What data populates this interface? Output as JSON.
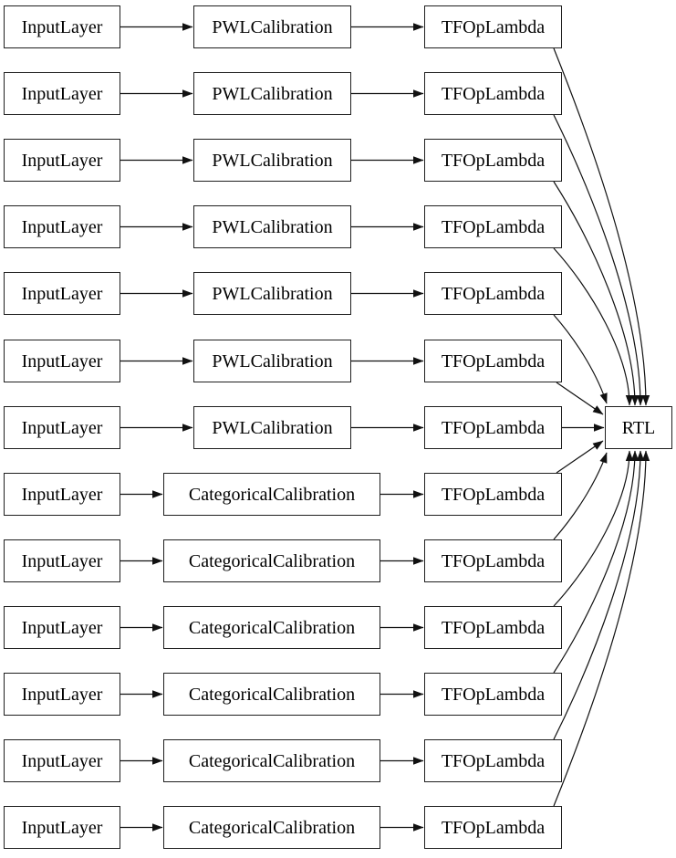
{
  "diagram": {
    "type": "model-graph",
    "colors": {
      "background": "#ffffff",
      "node_fill": "#ffffff",
      "node_border": "#1f1f1f",
      "edge": "#111111",
      "text": "#000000"
    },
    "rows": [
      {
        "input": "InputLayer",
        "calibration": "PWLCalibration",
        "lambda": "TFOpLambda"
      },
      {
        "input": "InputLayer",
        "calibration": "PWLCalibration",
        "lambda": "TFOpLambda"
      },
      {
        "input": "InputLayer",
        "calibration": "PWLCalibration",
        "lambda": "TFOpLambda"
      },
      {
        "input": "InputLayer",
        "calibration": "PWLCalibration",
        "lambda": "TFOpLambda"
      },
      {
        "input": "InputLayer",
        "calibration": "PWLCalibration",
        "lambda": "TFOpLambda"
      },
      {
        "input": "InputLayer",
        "calibration": "PWLCalibration",
        "lambda": "TFOpLambda"
      },
      {
        "input": "InputLayer",
        "calibration": "PWLCalibration",
        "lambda": "TFOpLambda"
      },
      {
        "input": "InputLayer",
        "calibration": "CategoricalCalibration",
        "lambda": "TFOpLambda"
      },
      {
        "input": "InputLayer",
        "calibration": "CategoricalCalibration",
        "lambda": "TFOpLambda"
      },
      {
        "input": "InputLayer",
        "calibration": "CategoricalCalibration",
        "lambda": "TFOpLambda"
      },
      {
        "input": "InputLayer",
        "calibration": "CategoricalCalibration",
        "lambda": "TFOpLambda"
      },
      {
        "input": "InputLayer",
        "calibration": "CategoricalCalibration",
        "lambda": "TFOpLambda"
      },
      {
        "input": "InputLayer",
        "calibration": "CategoricalCalibration",
        "lambda": "TFOpLambda"
      }
    ],
    "output": {
      "label": "RTL"
    }
  }
}
